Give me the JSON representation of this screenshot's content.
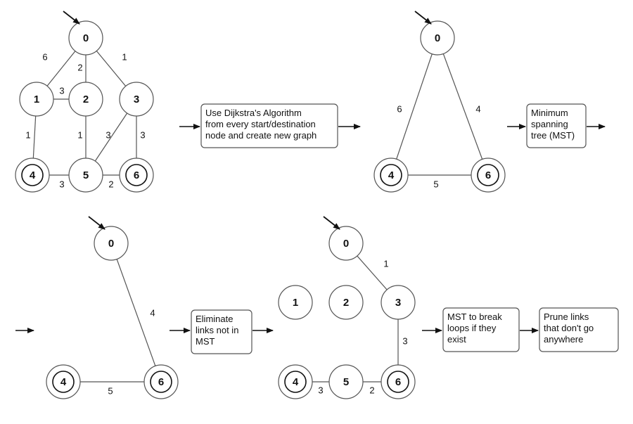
{
  "graphs": [
    {
      "name": "original",
      "nodes": [
        {
          "id": "0",
          "label": "0",
          "start": true
        },
        {
          "id": "1",
          "label": "1"
        },
        {
          "id": "2",
          "label": "2"
        },
        {
          "id": "3",
          "label": "3"
        },
        {
          "id": "4",
          "label": "4",
          "terminal": true
        },
        {
          "id": "5",
          "label": "5"
        },
        {
          "id": "6",
          "label": "6",
          "terminal": true
        }
      ],
      "edges": [
        {
          "from": "0",
          "to": "1",
          "weight": "6"
        },
        {
          "from": "0",
          "to": "2",
          "weight": "2"
        },
        {
          "from": "0",
          "to": "3",
          "weight": "1"
        },
        {
          "from": "1",
          "to": "2",
          "weight": "3"
        },
        {
          "from": "1",
          "to": "4",
          "weight": "1"
        },
        {
          "from": "2",
          "to": "5",
          "weight": "1"
        },
        {
          "from": "3",
          "to": "5",
          "weight": "3"
        },
        {
          "from": "3",
          "to": "6",
          "weight": "3"
        },
        {
          "from": "4",
          "to": "5",
          "weight": "3"
        },
        {
          "from": "5",
          "to": "6",
          "weight": "2"
        }
      ]
    },
    {
      "name": "dijkstra-graph",
      "nodes": [
        {
          "id": "0",
          "label": "0",
          "start": true
        },
        {
          "id": "4",
          "label": "4",
          "terminal": true
        },
        {
          "id": "6",
          "label": "6",
          "terminal": true
        }
      ],
      "edges": [
        {
          "from": "0",
          "to": "4",
          "weight": "6"
        },
        {
          "from": "0",
          "to": "6",
          "weight": "4"
        },
        {
          "from": "4",
          "to": "6",
          "weight": "5"
        }
      ]
    },
    {
      "name": "mst-graph",
      "nodes": [
        {
          "id": "0",
          "label": "0",
          "start": true
        },
        {
          "id": "4",
          "label": "4",
          "terminal": true
        },
        {
          "id": "6",
          "label": "6",
          "terminal": true
        }
      ],
      "edges": [
        {
          "from": "0",
          "to": "6",
          "weight": "4"
        },
        {
          "from": "4",
          "to": "6",
          "weight": "5"
        }
      ]
    },
    {
      "name": "final-graph",
      "nodes": [
        {
          "id": "0",
          "label": "0",
          "start": true
        },
        {
          "id": "1",
          "label": "1"
        },
        {
          "id": "2",
          "label": "2"
        },
        {
          "id": "3",
          "label": "3"
        },
        {
          "id": "4",
          "label": "4",
          "terminal": true
        },
        {
          "id": "5",
          "label": "5"
        },
        {
          "id": "6",
          "label": "6",
          "terminal": true
        }
      ],
      "edges": [
        {
          "from": "0",
          "to": "3",
          "weight": "1"
        },
        {
          "from": "3",
          "to": "6",
          "weight": "3"
        },
        {
          "from": "4",
          "to": "5",
          "weight": "3"
        },
        {
          "from": "5",
          "to": "6",
          "weight": "2"
        }
      ]
    }
  ],
  "steps": [
    {
      "id": "dijkstra",
      "lines": [
        "Use Dijkstra's Algorithm",
        "from every start/destination",
        "node and create new graph"
      ]
    },
    {
      "id": "mst",
      "lines": [
        "Minimum",
        "spanning",
        "tree (MST)"
      ]
    },
    {
      "id": "eliminate",
      "lines": [
        "Eliminate",
        "links not in",
        "MST"
      ]
    },
    {
      "id": "break-loops",
      "lines": [
        "MST to break",
        "loops if they",
        "exist"
      ]
    },
    {
      "id": "prune",
      "lines": [
        "Prune links",
        "that don't go",
        "anywhere"
      ]
    }
  ]
}
